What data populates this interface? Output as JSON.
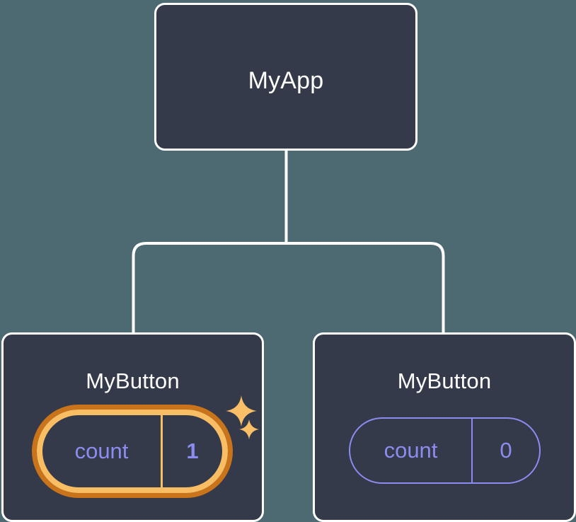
{
  "diagram": {
    "title": "React component tree with state update highlight",
    "background_color": "#4d6a72",
    "node_fill_color": "#343a49",
    "node_border_color": "#ffffff",
    "connector_color": "#ffffff",
    "accent_purple": "#8c8cf0",
    "accent_orange_outer": "#c9741a",
    "accent_orange_inner": "#f9be64"
  },
  "root": {
    "label": "MyApp"
  },
  "children": [
    {
      "label": "MyButton",
      "state": {
        "name": "count",
        "value": "1"
      },
      "highlighted": true,
      "sparkles": [
        "sparkle-large-icon",
        "sparkle-small-icon"
      ]
    },
    {
      "label": "MyButton",
      "state": {
        "name": "count",
        "value": "0"
      },
      "highlighted": false,
      "sparkles": []
    }
  ]
}
